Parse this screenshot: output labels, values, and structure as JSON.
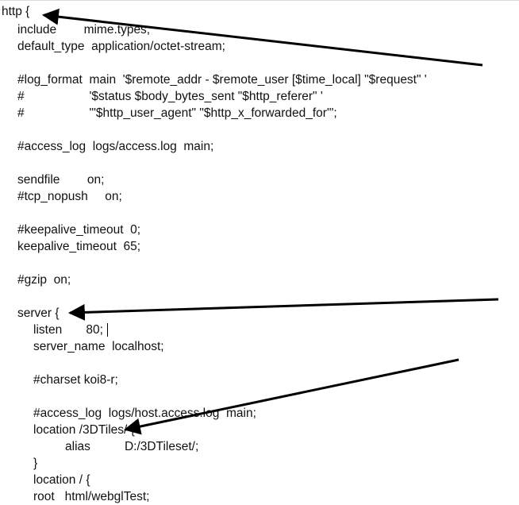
{
  "document": {
    "lines": [
      "http {",
      "include        mime.types;",
      "default_type  application/octet-stream;",
      "#log_format  main  '$remote_addr - $remote_user [$time_local] \"$request\" '",
      "#                   '$status $body_bytes_sent \"$http_referer\" '",
      "#                   '\"$http_user_agent\" \"$http_x_forwarded_for\"';",
      "#access_log  logs/access.log  main;",
      "sendfile        on;",
      "#tcp_nopush     on;",
      "#keepalive_timeout  0;",
      "keepalive_timeout  65;",
      "#gzip  on;",
      "server {",
      "listen       80;",
      "server_name  localhost;",
      "#charset koi8-r;",
      "#access_log  logs/host.access.log  main;",
      "location /3DTiles/ {",
      "alias          D:/3DTileset/;",
      "}",
      "location / {",
      "root   html/webglTest;"
    ]
  },
  "annotations": {
    "arrow_color": "#000000"
  }
}
